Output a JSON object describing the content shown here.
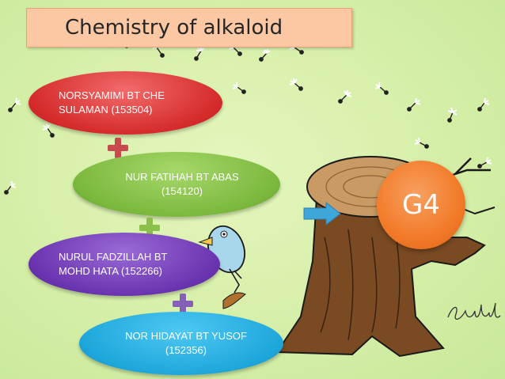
{
  "title": "Chemistry of alkaloid",
  "members": [
    {
      "name": "NORSYAMIMI BT CHE",
      "name2": "SULAMAN  (153504)"
    },
    {
      "name": "NUR FATIHAH BT ABAS",
      "name2": "(154120)"
    },
    {
      "name": "NURUL FADZILLAH BT",
      "name2": "MOHD HATA (152266)"
    },
    {
      "name": "NOR HIDAYAT BT YUSOF",
      "name2": "(152356)"
    }
  ],
  "group_label": "G4",
  "signature_text": "Sulal",
  "colors": {
    "background": "#d6efaa",
    "title_box": "#fbc8a3",
    "pill_red": "#d52b2b",
    "pill_green": "#7bb83d",
    "pill_purple": "#6a34b0",
    "pill_blue": "#1ea7db",
    "badge": "#f27a28"
  },
  "icons": [
    "plus-icon",
    "arrow-right-icon",
    "tree-stump-illustration",
    "bird-illustration",
    "dandelion-seed-icon"
  ]
}
